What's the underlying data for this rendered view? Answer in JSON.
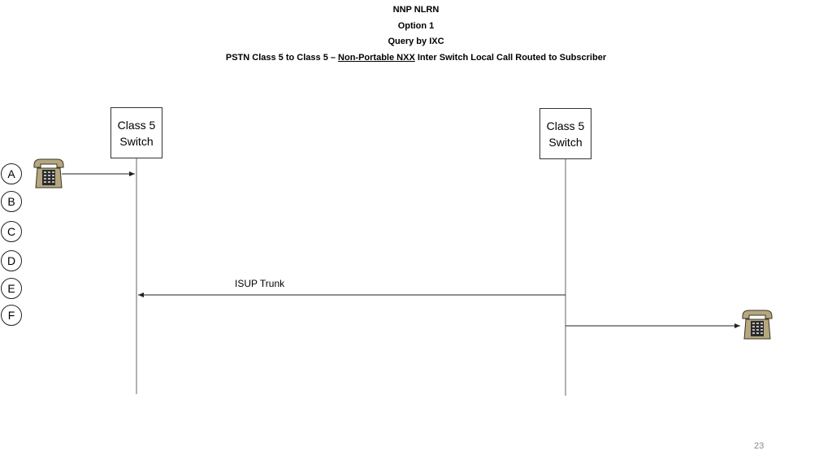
{
  "header": {
    "line1": "NNP NLRN",
    "line2": "Option 1",
    "line3": "Query by IXC",
    "line4_prefix": "PSTN Class 5 to  Class 5 – ",
    "line4_underlined": "Non-Portable NXX",
    "line4_suffix": " Inter Switch Local Call Routed to Subscriber"
  },
  "switches": {
    "left": {
      "line1": "Class 5",
      "line2": "Switch"
    },
    "right": {
      "line1": "Class 5",
      "line2": "Switch"
    }
  },
  "steps": [
    "A",
    "B",
    "C",
    "D",
    "E",
    "F"
  ],
  "messages": {
    "isup_trunk": "ISUP Trunk"
  },
  "icons": {
    "caller": "telephone-icon",
    "callee": "telephone-icon"
  },
  "colors": {
    "phone_body": "#b5a77e",
    "phone_dark": "#2b2b2b",
    "line": "#555555"
  },
  "page_number": "23"
}
